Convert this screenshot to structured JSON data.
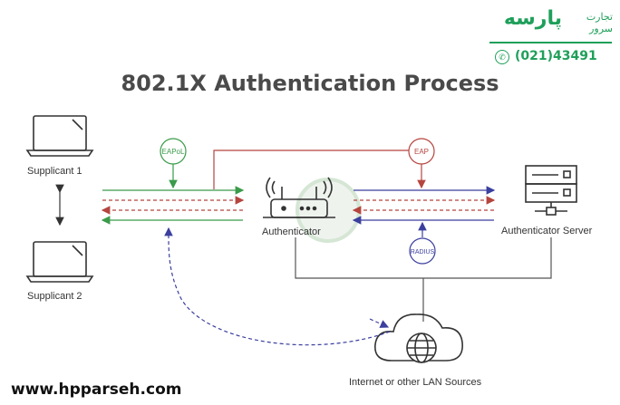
{
  "title": "802.1X Authentication Process",
  "nodes": {
    "supplicant1": "Supplicant 1",
    "supplicant2": "Supplicant 2",
    "authenticator": "Authenticator",
    "auth_server": "Authenticator Server",
    "internet": "Internet or other LAN Sources"
  },
  "protocols": {
    "eapol": "EAPoL",
    "eap": "EAP",
    "radius": "RADIUS"
  },
  "branding": {
    "logo_text": "پارسه",
    "logo_sub": "تجارت سرور",
    "phone": "(021)43491",
    "website": "www.hpparseh.com"
  },
  "colors": {
    "green": "#3a9b4a",
    "red": "#b5453f",
    "blue": "#3b3f9e",
    "gray": "#555555"
  }
}
